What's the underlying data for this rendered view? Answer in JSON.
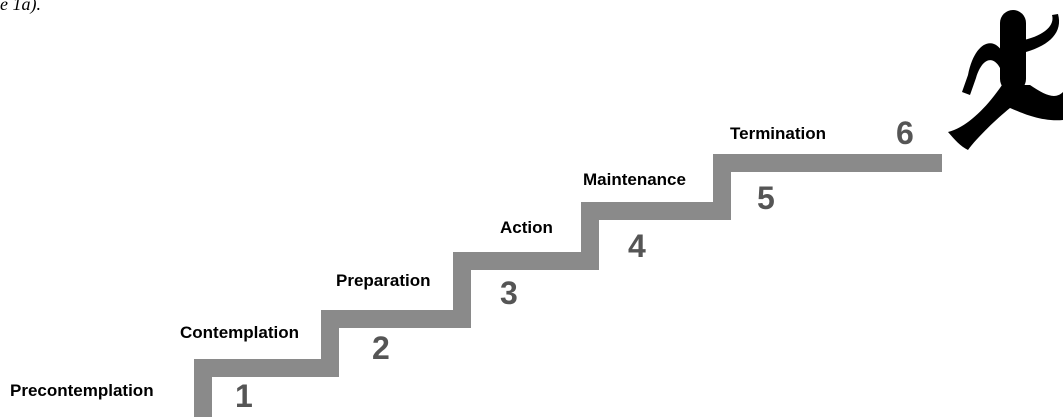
{
  "top_fragment": "e 1a).",
  "colors": {
    "stair": "#8a8a8a",
    "number": "#555555",
    "label": "#000000",
    "figure": "#000000"
  },
  "figure_icon": "running-person-icon",
  "stages": [
    {
      "number": "1",
      "label": "Precontemplation"
    },
    {
      "number": "2",
      "label": "Contemplation"
    },
    {
      "number": "3",
      "label": "Preparation"
    },
    {
      "number": "4",
      "label": "Action"
    },
    {
      "number": "5",
      "label": "Maintenance"
    },
    {
      "number": "6",
      "label": "Termination"
    }
  ]
}
